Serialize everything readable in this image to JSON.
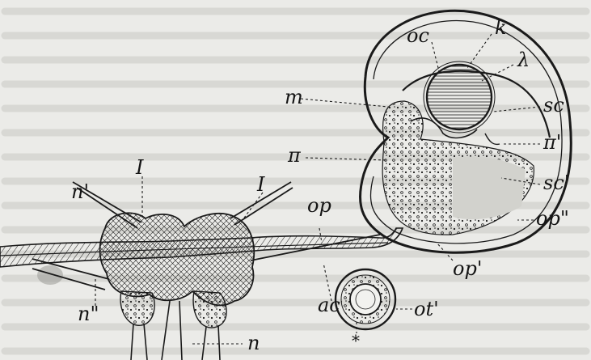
{
  "figure": {
    "labels": {
      "k": "k",
      "lambda": "λ",
      "oc": "oc",
      "m": "m",
      "sc": "sc",
      "pi": "π",
      "pi_prime": "π'",
      "sc_prime": "sc'",
      "I_left": "I",
      "n_prime": "n'",
      "I_right": "I",
      "op": "op",
      "op_double": "op\"",
      "op_prime": "op'",
      "ac": "ac",
      "ot_prime": "ot'",
      "n_double": "n\"",
      "n": "n",
      "asterisk": "*"
    }
  }
}
